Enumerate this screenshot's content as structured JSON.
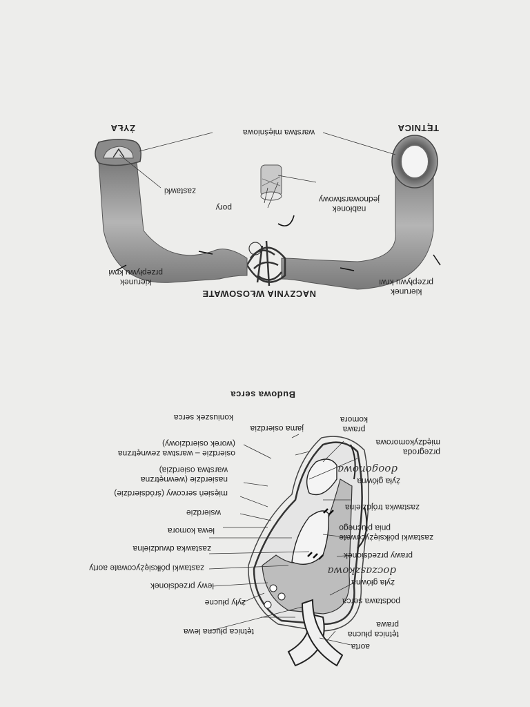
{
  "vessels": {
    "artery_title": "TĘTNICA",
    "vein_title": "ŻYŁA",
    "capillaries_title": "NACZYNIA WŁOSOWATE",
    "muscle_layer": "warstwa mięśniowa",
    "valves": "zastawki",
    "pores": "pory",
    "epithelium_line1": "nabłonek",
    "epithelium_line2": "jednowarstwowy",
    "flow_left_line1": "kierunek",
    "flow_left_line2": "przepływu krwi",
    "flow_right_line1": "kierunek",
    "flow_right_line2": "przepływu krwi"
  },
  "heart": {
    "title": "Budowa serca",
    "aorta": "aorta",
    "pulm_trunk_right_l1": "tętnica płucna",
    "pulm_trunk_right_l2": "prawa",
    "heart_base": "podstawa serca",
    "vena_cava_sup": "żyła główna",
    "vena_cava_sup_hand": "doczaszkowa",
    "right_atrium": "prawy przedsionek",
    "pulm_valve_l1": "zastawki półksiężycowate",
    "pulm_valve_l2": "pnia płucnego",
    "tricuspid": "zastawka trójdzielna",
    "vena_cava_inf": "żyła główna",
    "vena_cava_inf_hand": "doogonowa",
    "septum_l1": "przegroda",
    "septum_l2": "międzykomorowa",
    "right_ventricle_l1": "prawa",
    "right_ventricle_l2": "komora",
    "pericardial_cavity": "jama osierdzia",
    "apex": "koniuszek serca",
    "pericardium_l1": "osierdzie – warstwa zewnętrzna",
    "pericardium_l2": "(worek osierdziowy)",
    "epicardium_l1": "nasierdzie (wewnętrzna",
    "epicardium_l2": "warstwa osierdzia)",
    "myocardium": "mięsień sercowy (śródsierdzie)",
    "endocardium": "wsierdzie",
    "left_ventricle": "lewa komora",
    "mitral": "zastawka dwudzielna",
    "aortic_valve": "zastawki półksiężycowate aorty",
    "left_atrium": "lewy przedsionek",
    "pulm_veins": "żyły płucne",
    "pulm_artery_left": "tętnica płucna lewa"
  }
}
